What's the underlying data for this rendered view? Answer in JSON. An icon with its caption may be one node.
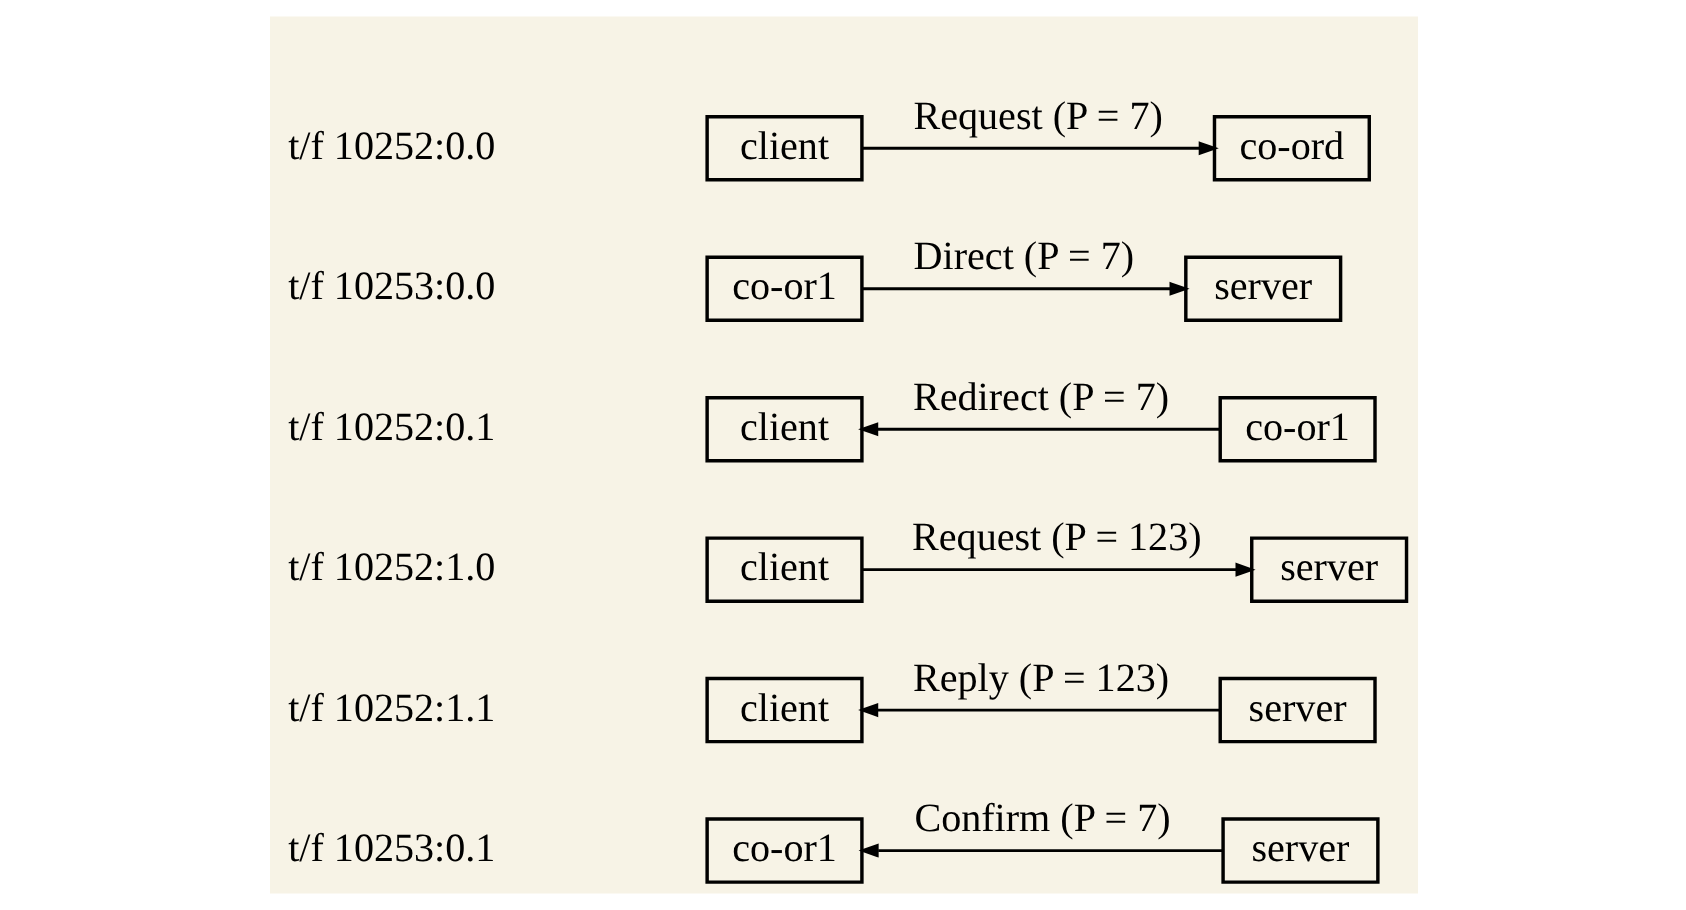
{
  "diagram": {
    "nodes": [
      {
        "text": [
          "client"
        ]
      },
      {
        "text": [
          "co-ord"
        ]
      },
      {
        "text": [
          "co-or1"
        ]
      },
      {
        "text": [
          "server"
        ]
      },
      {
        "text": [
          "client"
        ]
      },
      {
        "text": [
          "co-or1"
        ]
      },
      {
        "text": [
          "client"
        ]
      },
      {
        "text": [
          "server"
        ]
      },
      {
        "text": [
          "client"
        ]
      },
      {
        "text": [
          "server"
        ]
      },
      {
        "text": [
          "co-or1"
        ]
      },
      {
        "text": [
          "server"
        ]
      }
    ],
    "edges": [
      {
        "from": 0,
        "to": 1,
        "arrow": "to",
        "label": "Request (P = 7)"
      },
      {
        "from": 2,
        "to": 3,
        "arrow": "to",
        "label": "Direct (P = 7)"
      },
      {
        "from": 5,
        "to": 4,
        "arrow": "to",
        "label": "Redirect (P = 7)"
      },
      {
        "from": 6,
        "to": 7,
        "arrow": "to",
        "label": "Request (P = 123)"
      },
      {
        "from": 9,
        "to": 8,
        "arrow": "to",
        "label": "Reply (P = 123)"
      },
      {
        "from": 11,
        "to": 10,
        "arrow": "to",
        "label": "Confirm (P = 7)"
      }
    ],
    "labels": [
      "t/f 10252:0.0",
      "t/f 10253:0.0",
      "t/f 10252:0.1",
      "t/f 10252:1.0",
      "t/f 10252:1.1",
      "t/f 10253:0.1"
    ]
  }
}
